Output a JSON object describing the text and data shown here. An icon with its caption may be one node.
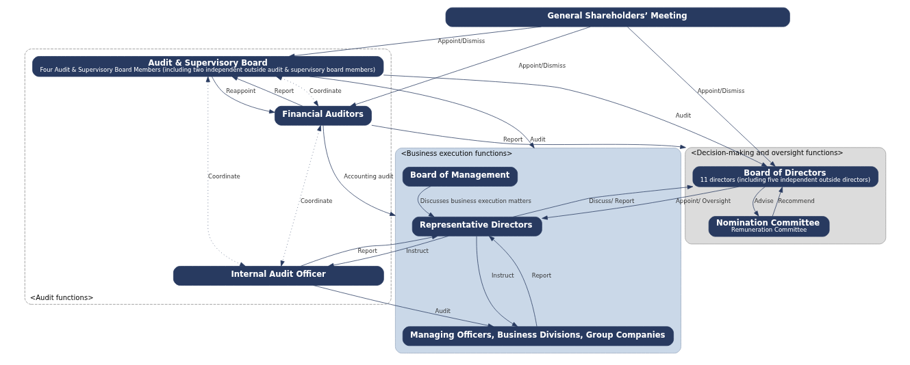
{
  "diagram": {
    "nodes": [
      {
        "text": [
          "General Shareholders’ Meeting"
        ]
      },
      {
        "text": [
          "<Decision-making and oversight functions>"
        ]
      },
      {
        "text": [
          "Board of Directors",
          "11 directors (including five independent outside directors)"
        ],
        "in": 1
      },
      {
        "text": [
          "Nomination Committee",
          "Remuneration Committee"
        ],
        "in": 1
      },
      {
        "text": [
          "<Business execution functions>"
        ]
      },
      {
        "text": [
          "Representative Directors"
        ],
        "in": 4
      },
      {
        "text": [
          "Board of Management"
        ],
        "in": 4
      },
      {
        "text": [
          "Managing Officers, Business Divisions, Group Companies"
        ],
        "in": 4
      },
      {
        "text": [
          "<Audit functions>"
        ]
      },
      {
        "text": [
          "Audit & Supervisory Board",
          "Four Audit & Supervisory Board Members (including two independent outside audit & supervisory board members)"
        ],
        "in": 8
      },
      {
        "text": [
          "Financial Auditors"
        ],
        "in": 8
      },
      {
        "text": [
          "Internal Audit Officer"
        ],
        "in": 8
      }
    ],
    "edges": [
      {
        "from": 0,
        "to": 2,
        "arrow": "to",
        "label": "Appoint/Dismiss"
      },
      {
        "from": 0,
        "to": 9,
        "arrow": "to",
        "label": "Appoint/Dismiss"
      },
      {
        "from": 0,
        "to": 10,
        "arrow": "to",
        "label": "Appoint/Dismiss"
      },
      {
        "from": 9,
        "to": 2,
        "arrow": "to",
        "label": "Audit"
      },
      {
        "from": 2,
        "to": 3,
        "arrow": "to",
        "label": "Advise"
      },
      {
        "from": 3,
        "to": 2,
        "arrow": "to",
        "label": "Recommend"
      },
      {
        "from": 9,
        "to": 10,
        "arrow": "both",
        "label": "Coordinate",
        "style": "dashed"
      },
      {
        "from": 10,
        "to": 9,
        "arrow": "to",
        "label": "Report"
      },
      {
        "from": 9,
        "to": 10,
        "arrow": "to",
        "label": "Reappoint"
      },
      {
        "from": 2,
        "to": 5,
        "arrow": "to",
        "label": "Appoint/ Oversight"
      },
      {
        "from": 5,
        "to": 2,
        "arrow": "to",
        "label": "Discuss/ Report"
      },
      {
        "from": 9,
        "to": 11,
        "arrow": "both",
        "label": "Coordinate",
        "style": "dashed"
      },
      {
        "from": 10,
        "to": 11,
        "arrow": "both",
        "label": "Coordinate",
        "style": "dashed"
      },
      {
        "from": 10,
        "to": 1,
        "arrow": "to",
        "label": "Report"
      },
      {
        "from": 9,
        "to": 4,
        "arrow": "to",
        "label": "Audit"
      },
      {
        "from": 10,
        "to": 4,
        "arrow": "to",
        "label": "Accounting audit"
      },
      {
        "from": 5,
        "to": 11,
        "arrow": "to",
        "label": "Instruct"
      },
      {
        "from": 11,
        "to": 5,
        "arrow": "to",
        "label": "Report"
      },
      {
        "from": 6,
        "to": 5,
        "arrow": "to",
        "label": "Discusses business execution matters"
      },
      {
        "from": 5,
        "to": 7,
        "arrow": "to",
        "label": "Instruct"
      },
      {
        "from": 7,
        "to": 5,
        "arrow": "to",
        "label": "Report"
      },
      {
        "from": 11,
        "to": 7,
        "arrow": "to",
        "label": "Audit"
      }
    ]
  }
}
